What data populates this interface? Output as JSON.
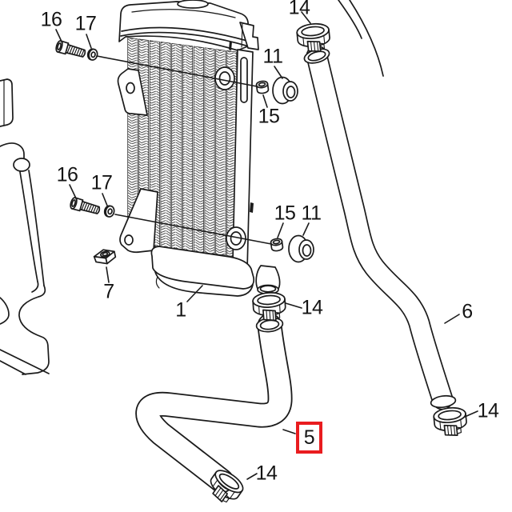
{
  "diagram": {
    "type": "exploded-parts-diagram",
    "subject": "radiator with hoses, clamps and mounting hardware",
    "background_color": "#ffffff",
    "line_color": "#1b1b1b",
    "highlight_color": "#e91c1f",
    "highlighted_callout": "5",
    "callouts": {
      "bolt_upper": "16",
      "washer_upper": "17",
      "clamp_hose6_top": "14",
      "grommet_upper": "11",
      "bushing_upper": "15",
      "bolt_lower": "16",
      "washer_lower": "17",
      "bushing_lower": "15",
      "grommet_lower": "11",
      "clip_nut": "7",
      "radiator": "1",
      "clamp_outlet": "14",
      "hose_right": "6",
      "clamp_hose6_bottom": "14",
      "hose_left_highlighted": "5",
      "clamp_hose5_bottom": "14"
    }
  }
}
